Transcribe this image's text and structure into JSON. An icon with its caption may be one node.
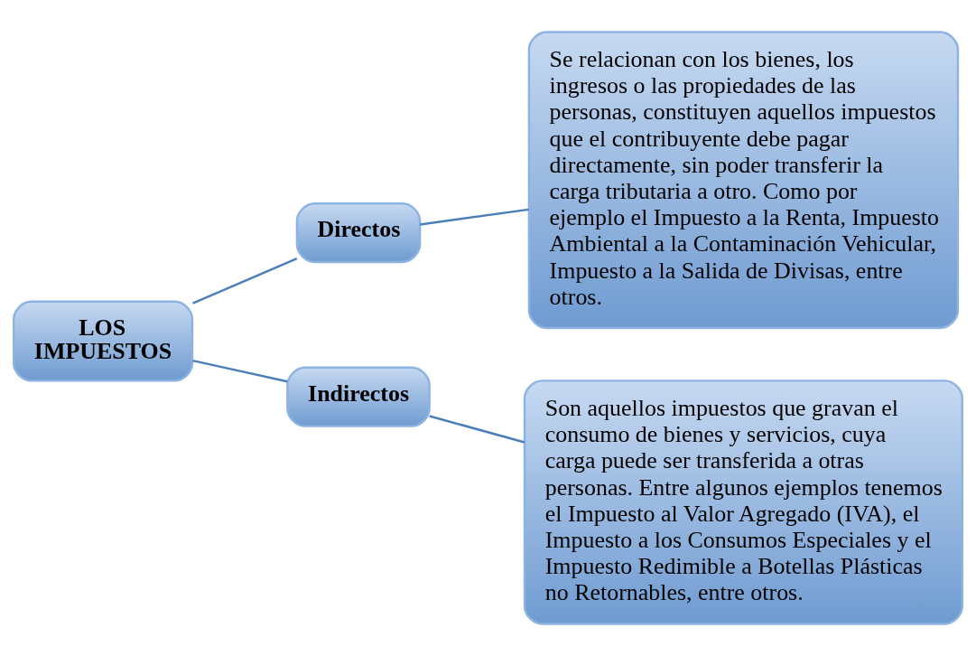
{
  "diagram": {
    "nodes": [
      {
        "text": [
          "LOS IMPUESTOS"
        ]
      },
      {
        "text": [
          "Directos"
        ]
      },
      {
        "text": [
          "Se relacionan con los bienes, los ingresos o las propiedades de las personas, constituyen aquellos impuestos que el contribuyente debe pagar directamente, sin poder transferir la carga tributaria a otro. Como por ejemplo el Impuesto a la Renta, Impuesto Ambiental a la Contaminación Vehicular, Impuesto a la Salida de Divisas, entre otros."
        ]
      },
      {
        "text": [
          "Indirectos"
        ]
      },
      {
        "text": [
          "Son aquellos impuestos que gravan el consumo de bienes y servicios, cuya carga puede ser transferida a otras personas. Entre algunos ejemplos tenemos el Impuesto al Valor Agregado (IVA), el Impuesto a los Consumos Especiales y el Impuesto Redimible a Botellas Plásticas no Retornables, entre otros."
        ]
      }
    ],
    "edges": [
      {
        "from": 0,
        "to": 1,
        "arrow": "none"
      },
      {
        "from": 1,
        "to": 2,
        "arrow": "none"
      },
      {
        "from": 0,
        "to": 3,
        "arrow": "none"
      },
      {
        "from": 3,
        "to": 4,
        "arrow": "none"
      }
    ]
  }
}
